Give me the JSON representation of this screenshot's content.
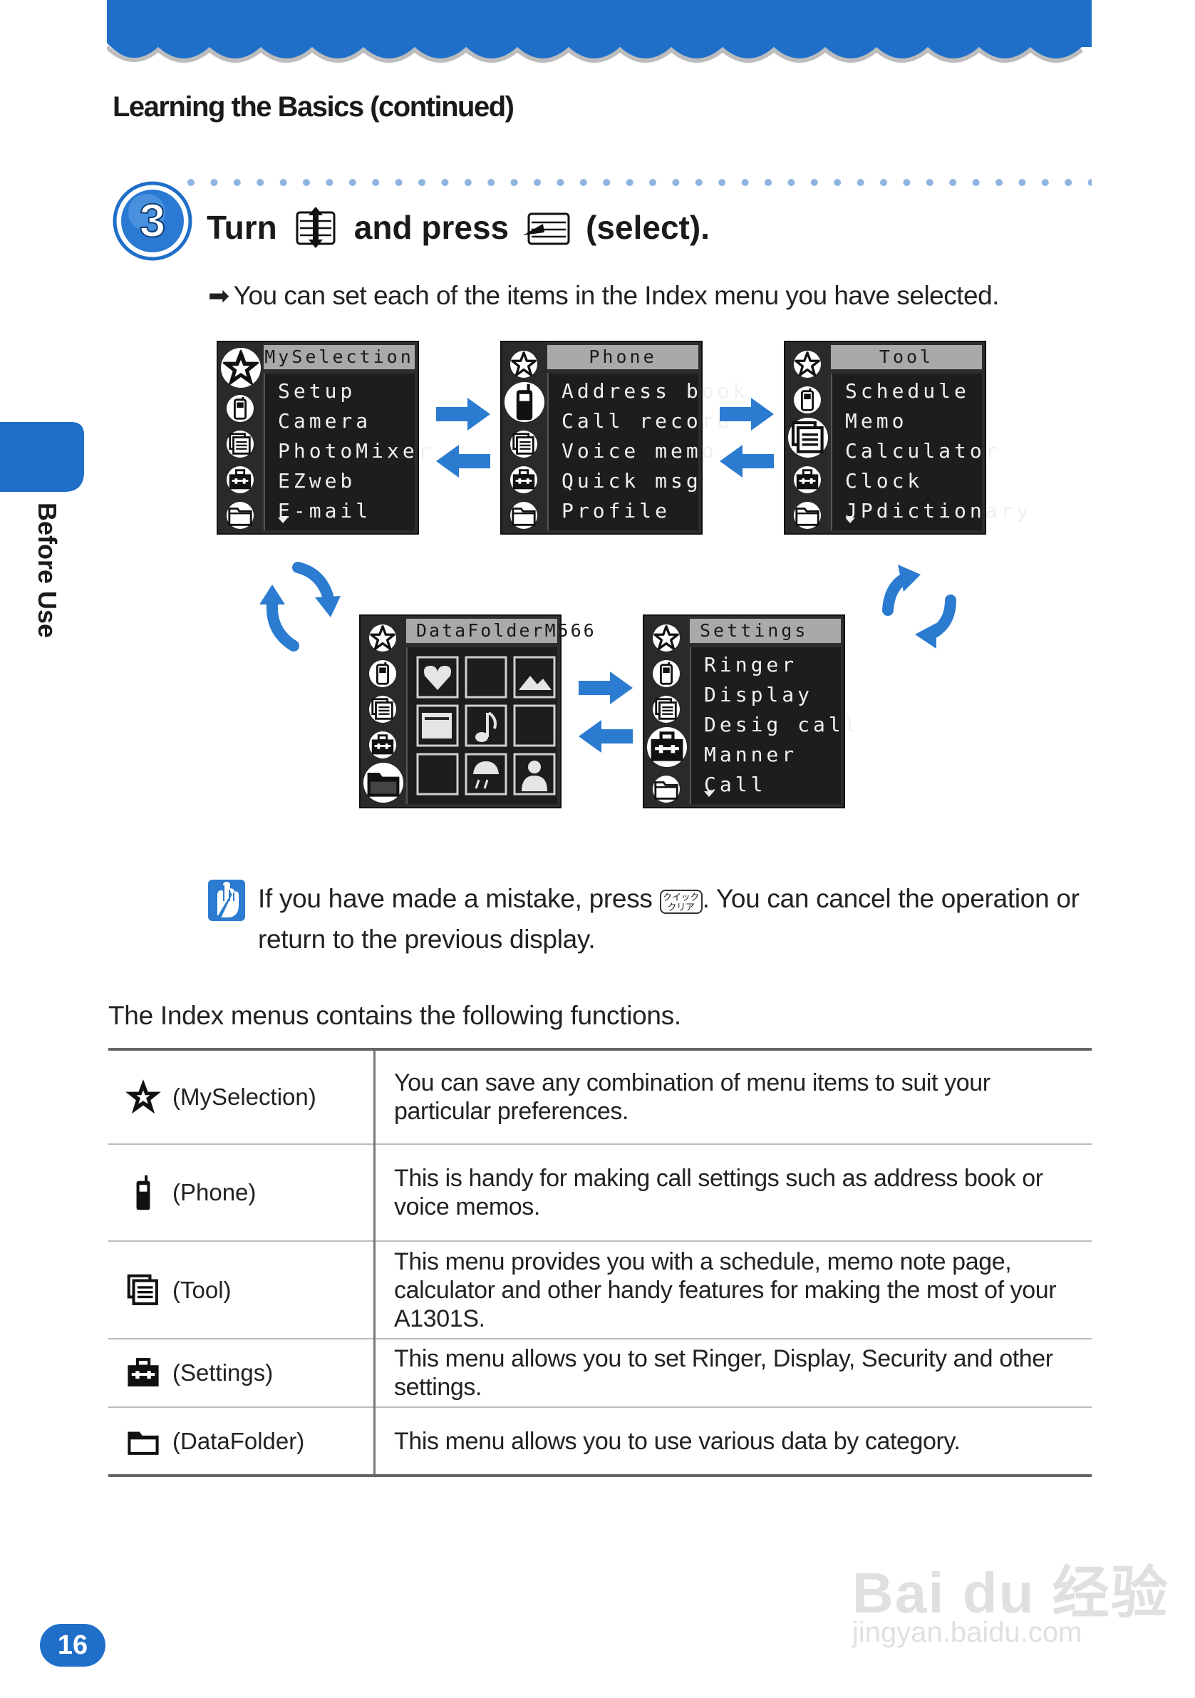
{
  "header": {
    "section_title": "Learning the Basics (continued)",
    "band_color": "#1f6fc9"
  },
  "step": {
    "number": "3",
    "turn_label": "Turn",
    "and_press_label": "and press",
    "select_label": "(select).",
    "hint_arrow": "➡",
    "hint": "You can set each of the items in the Index menu you have selected."
  },
  "screens": {
    "myselection": {
      "title": "MySelection",
      "items": [
        "Setup",
        "Camera",
        "PhotoMixer",
        "EZweb",
        "E-mail"
      ]
    },
    "phone": {
      "title": "Phone",
      "items": [
        "Address book",
        "Call record",
        "Voice memo",
        "Quick msg",
        "Profile"
      ]
    },
    "tool": {
      "title": "Tool",
      "items": [
        "Schedule",
        "Memo",
        "Calculator",
        "Clock",
        "JPdictionary"
      ]
    },
    "datafolder": {
      "title": "DataFolderM566"
    },
    "settings": {
      "title": "Settings",
      "items": [
        "Ringer",
        "Display",
        "Desig call",
        "Manner",
        "Call"
      ]
    }
  },
  "tip": {
    "text_before": "If you have made a mistake, press ",
    "key_label": "クイック クリア",
    "text_after": ". You can cancel the operation or return to the previous display."
  },
  "intro": "The Index menus contains the following functions.",
  "functions": [
    {
      "icon": "star-icon",
      "label": "(MySelection)",
      "description": "You can save any combination of menu items to suit your particular preferences."
    },
    {
      "icon": "phone-icon",
      "label": "(Phone)",
      "description": "This is handy for making call settings such as address book or voice memos."
    },
    {
      "icon": "tool-icon",
      "label": "(Tool)",
      "description": "This menu provides you with a schedule, memo note page, calculator and other handy features for making the most of your A1301S."
    },
    {
      "icon": "toolbox-icon",
      "label": "(Settings)",
      "description": "This menu allows you to set Ringer, Display, Security and other settings."
    },
    {
      "icon": "folder-icon",
      "label": "(DataFolder)",
      "description": "This menu allows you to use various data by category."
    }
  ],
  "side_tab": {
    "label": "Before Use"
  },
  "page_number": "16",
  "watermark": {
    "brand": "Bai du 经验",
    "url": "jingyan.baidu.com"
  },
  "colors": {
    "accent": "#1f6fc9",
    "arrow": "#2b7bd0",
    "screen_bg": "#2d2d2d"
  }
}
